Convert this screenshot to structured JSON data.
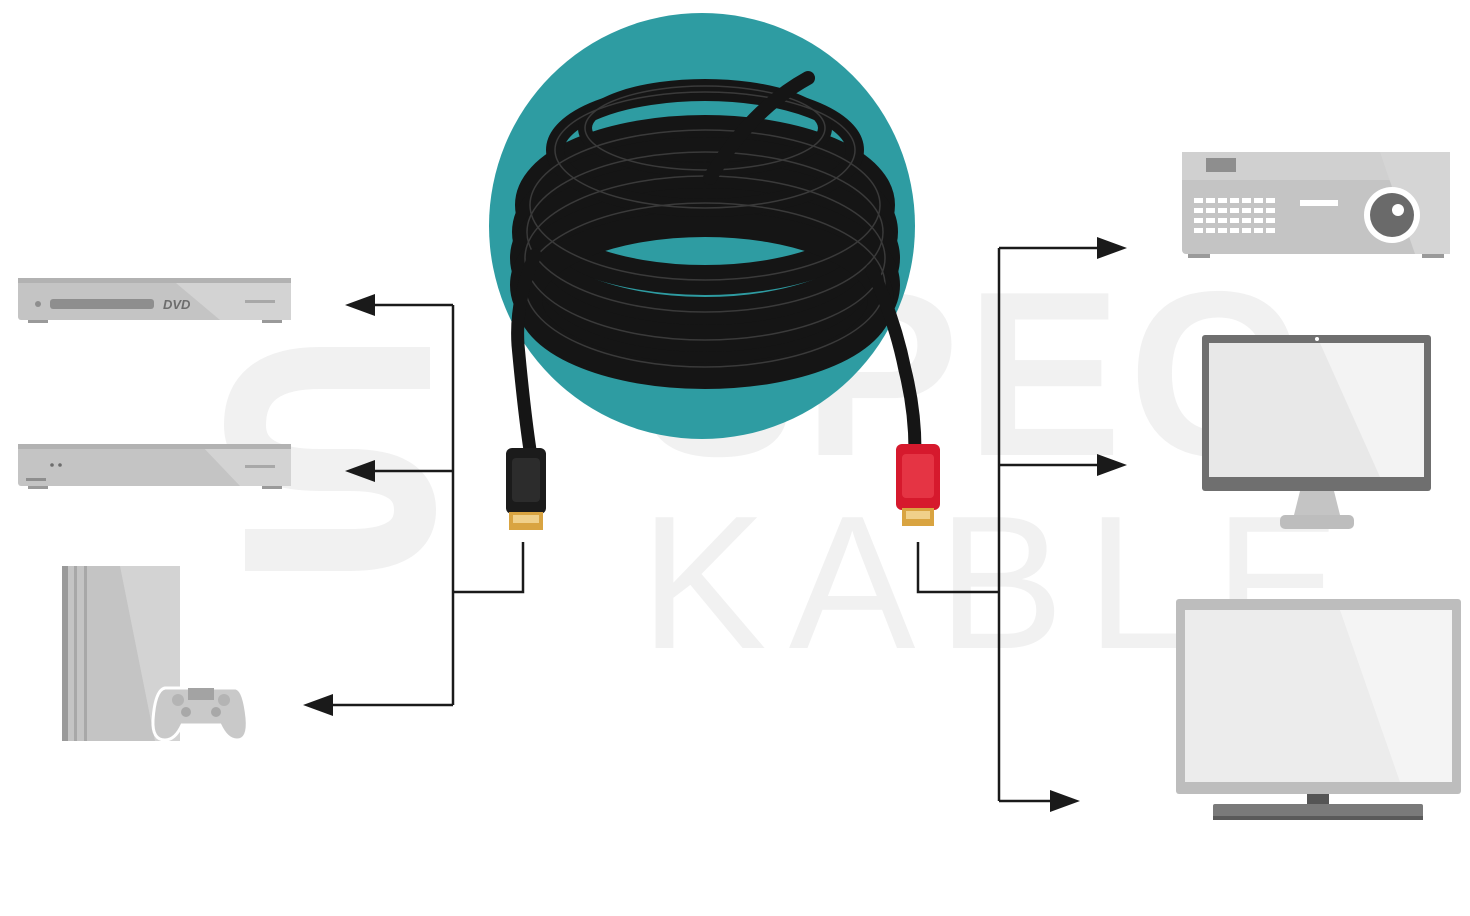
{
  "watermark": {
    "line1": "SPEC",
    "line2": "KABLE"
  },
  "devices": {
    "dvd_player": {
      "logo": "DVD"
    }
  },
  "colors": {
    "teal_circle": "#2e9ca2",
    "device_gray": "#c4c4c4",
    "device_dark": "#9a9a9a",
    "cable_black": "#151515",
    "connector_red": "#d6192d",
    "connector_gold": "#d9a441",
    "arrow": "#1a1a1a"
  },
  "icons": [
    "dvd-player-icon",
    "media-player-icon",
    "game-console-icon",
    "gamepad-icon",
    "hdmi-cable-icon",
    "projector-icon",
    "monitor-icon",
    "television-icon"
  ]
}
